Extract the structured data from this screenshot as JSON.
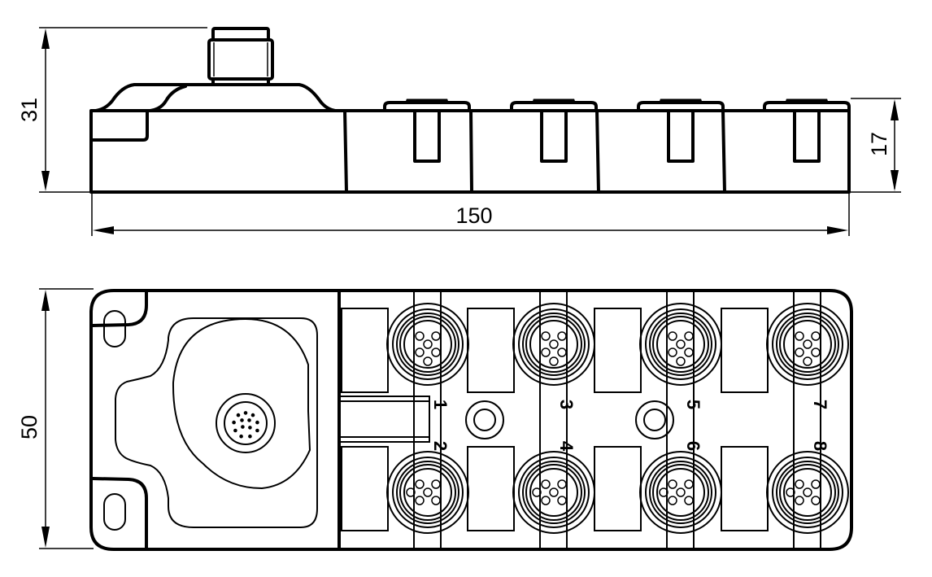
{
  "drawing": {
    "title": "Dimensional drawing – 8-port M12 sensor/actuator distribution box",
    "units": "mm",
    "side_view": {
      "height_total_label": "31",
      "height_body_label": "17",
      "length_label": "150"
    },
    "top_view": {
      "width_label": "50",
      "home_run_connector": {
        "type": "multi-pin",
        "pin_count": 13
      },
      "mounting_holes": 2,
      "indicator_rings": 2,
      "ports": [
        {
          "label": "1",
          "row": "top",
          "column": 1
        },
        {
          "label": "2",
          "row": "bottom",
          "column": 1
        },
        {
          "label": "3",
          "row": "top",
          "column": 2
        },
        {
          "label": "4",
          "row": "bottom",
          "column": 2
        },
        {
          "label": "5",
          "row": "top",
          "column": 3
        },
        {
          "label": "6",
          "row": "bottom",
          "column": 3
        },
        {
          "label": "7",
          "row": "top",
          "column": 4
        },
        {
          "label": "8",
          "row": "bottom",
          "column": 4
        }
      ],
      "port_pin_count": 5
    }
  }
}
